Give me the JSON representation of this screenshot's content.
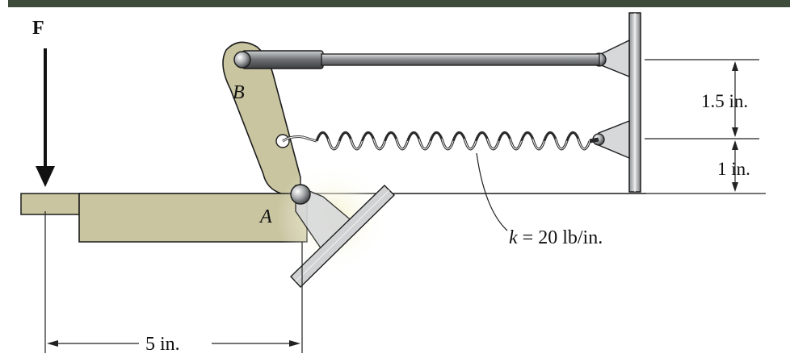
{
  "labels": {
    "force": "F",
    "point_b": "B",
    "point_a": "A",
    "dim_upper": "1.5 in.",
    "dim_lower": "1 in.",
    "dim_horizontal": "5 in.",
    "spring_k_symbol": "k",
    "spring_k_value": " = 20 lb/in."
  },
  "colors": {
    "background_top": "#3e4a3a",
    "lever_fill": "#c9c5a0",
    "lever_stroke": "#1c1c1c",
    "bracket_fill": "#d2d4d6",
    "wall_fill": "#a8abad",
    "rod_dark": "#6f7275",
    "rod_light": "#b4b7b9",
    "spring": "#2a2a2a",
    "dimension": "#222222"
  },
  "icons": {
    "force_arrow": "arrow-down-icon",
    "pin": "pin-icon",
    "spring": "spring-icon"
  }
}
